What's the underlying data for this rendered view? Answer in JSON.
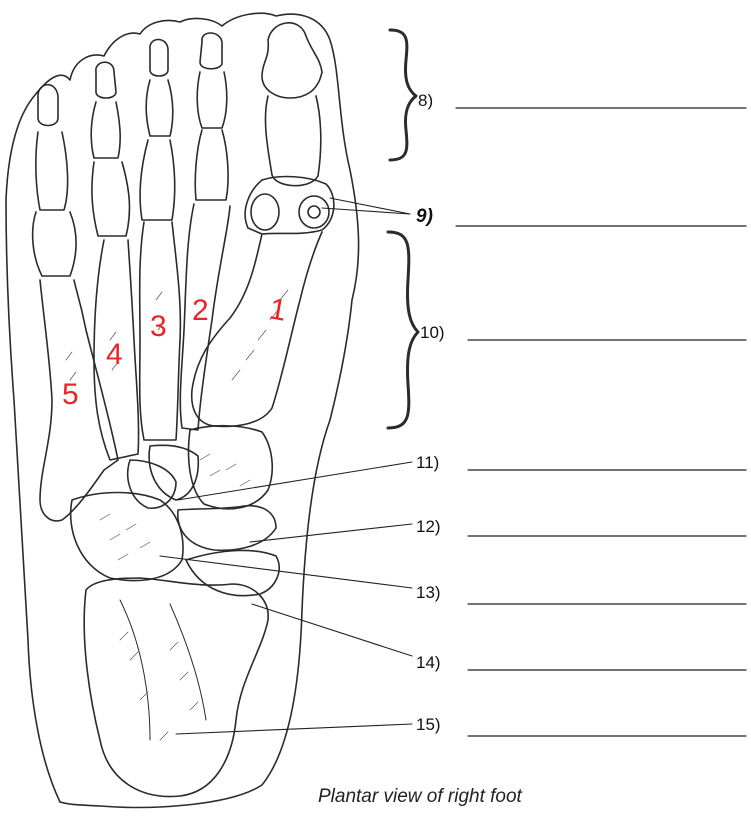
{
  "caption": "Plantar view of right foot",
  "digit_numbers": [
    "1",
    "2",
    "3",
    "4",
    "5"
  ],
  "digit_number_color": "#e8262a",
  "labels": [
    {
      "number": "8)",
      "answer": ""
    },
    {
      "number": "9)",
      "answer": ""
    },
    {
      "number": "10)",
      "answer": ""
    },
    {
      "number": "11)",
      "answer": ""
    },
    {
      "number": "12)",
      "answer": ""
    },
    {
      "number": "13)",
      "answer": ""
    },
    {
      "number": "14)",
      "answer": ""
    },
    {
      "number": "15)",
      "answer": ""
    }
  ]
}
